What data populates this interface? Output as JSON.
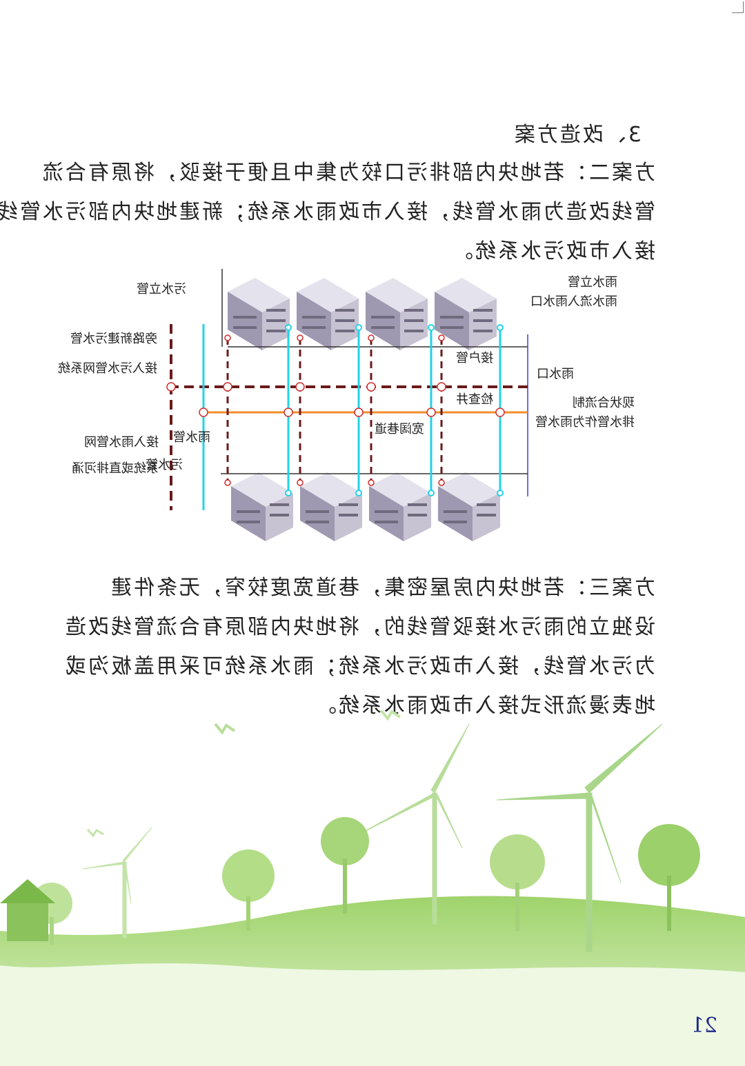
{
  "heading": "3、改造方案",
  "scheme2": {
    "lines": [
      "方案二：若地块内部排污口较为集中且便于接驳，将原有合流",
      "管线改造为雨水管线，接入市政雨水系统；新建地块内部污水管线，",
      "接入市政污水系统。"
    ]
  },
  "diagram": {
    "labels": {
      "sewage_riser": "污水立管",
      "rain_riser": "雨水立管",
      "rain_inlet": "雨水流入雨水口",
      "new_sewer_l1": "旁路新建污水管",
      "new_sewer_l2": "接入污水管网系统",
      "house_pipe": "接户管",
      "gully": "雨水口",
      "manhole": "检查井",
      "existing_l1": "现状合流制",
      "existing_l2": "排水管作为雨水管",
      "rain_net_l1": "接入雨水管网",
      "rain_net_l2": "系统或直排河涌",
      "rain_pipe_vertical": "雨水管",
      "sewer_pipe_vertical": "污水管",
      "lane": "宽阔巷道"
    },
    "colors": {
      "sewer": "#6b1a1a",
      "rain": "#22d3e6",
      "combined": "#f28c28",
      "drain": "#3b3bdc",
      "node": "#d22a2a"
    }
  },
  "scheme3": {
    "lines": [
      "方案三：若地块内房屋密集，巷道宽度较窄，无条件建",
      "设独立的雨污水接驳管线的，将地块内部原有合流管线改造",
      "为污水管线，接入市政污水系统；雨水系统可采用盖板沟或",
      "地表漫流形式接入市政雨水系统。"
    ]
  },
  "page_number": "21"
}
